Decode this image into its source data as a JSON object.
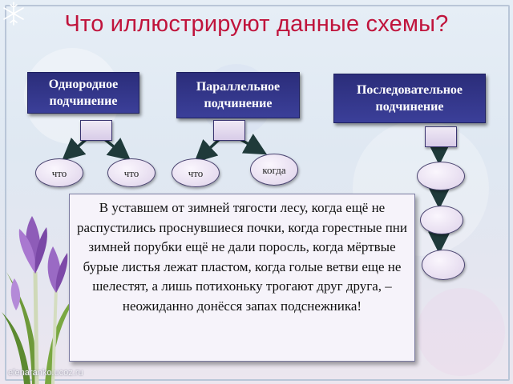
{
  "title": "Что иллюстрируют данные схемы?",
  "headers": {
    "homogeneous": "Однородное подчинение",
    "parallel": "Параллельное подчинение",
    "sequential": "Последовательное подчинение"
  },
  "homogeneous_nodes": [
    "что",
    "что"
  ],
  "parallel_nodes": [
    "что",
    "когда"
  ],
  "sentence": "В уставшем от зимней тягости лесу, когда ещё не распустились проснувшиеся почки, когда горестные пни зимней порубки ещё не дали поросль, когда мёртвые бурые листья лежат пластом, когда голые ветви еще не шелестят, а лишь потихоньку трогают друг друга, – неожиданно донёсся запах подснежника!",
  "footer": "elenaranko.ucoz.ru",
  "colors": {
    "title": "#c0143c",
    "header_bg": "#2b2d7a",
    "node_fill": "#ded2ea",
    "arrow": "#1f3a3a"
  },
  "decorations": [
    "snowflake-icon",
    "crocus-flower-image"
  ]
}
